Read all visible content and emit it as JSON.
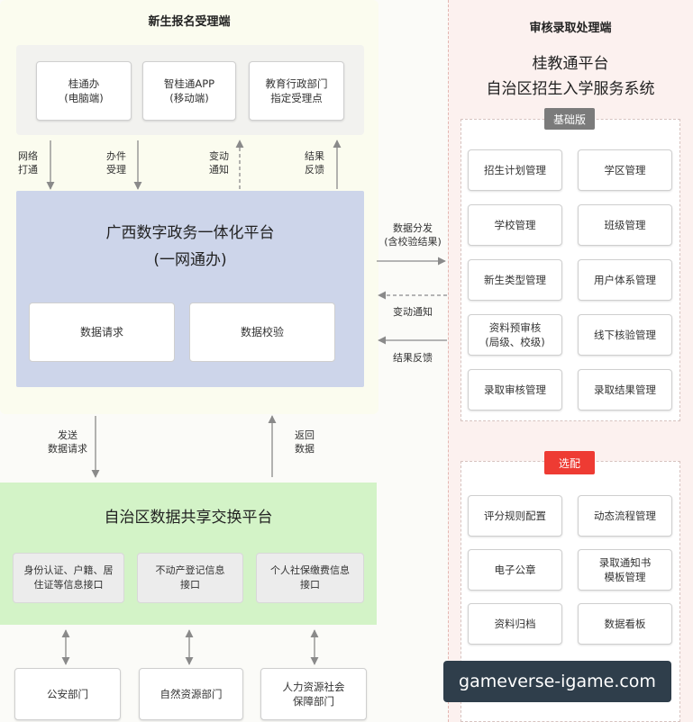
{
  "left": {
    "title": "新生报名受理端",
    "channels": [
      {
        "line1": "桂通办",
        "line2": "(电脑端)"
      },
      {
        "line1": "智桂通APP",
        "line2": "(移动端)"
      },
      {
        "line1": "教育行政部门",
        "line2": "指定受理点"
      }
    ],
    "flows": [
      {
        "line1": "网络",
        "line2": "打通"
      },
      {
        "line1": "办件",
        "line2": "受理"
      },
      {
        "line1": "变动",
        "line2": "通知"
      },
      {
        "line1": "结果",
        "line2": "反馈"
      }
    ],
    "gov_platform": {
      "title": "广西数字政务一体化平台",
      "subtitle": "(一网通办)",
      "items": [
        "数据请求",
        "数据校验"
      ]
    }
  },
  "middle": {
    "send": {
      "line1": "发送",
      "line2": "数据请求"
    },
    "return": {
      "line1": "返回",
      "line2": "数据"
    },
    "distribute": {
      "line1": "数据分发",
      "line2": "(含校验结果)"
    },
    "change_notice": "变动通知",
    "result_feedback": "结果反馈"
  },
  "exchange": {
    "title": "自治区数据共享交换平台",
    "interfaces": [
      {
        "line1": "身份认证、户籍、居",
        "line2": "住证等信息接口"
      },
      {
        "line1": "不动产登记信息",
        "line2": "接口"
      },
      {
        "line1": "个人社保缴费信息",
        "line2": "接口"
      }
    ],
    "departments": [
      {
        "line1": "公安部门",
        "line2": ""
      },
      {
        "line1": "自然资源部门",
        "line2": ""
      },
      {
        "line1": "人力资源社会",
        "line2": "保障部门"
      }
    ]
  },
  "right": {
    "title": "审核录取处理端",
    "system_line1": "桂教通平台",
    "system_line2": "自治区招生入学服务系统",
    "basic_label": "基础版",
    "basic_items": [
      {
        "line1": "招生计划管理",
        "line2": ""
      },
      {
        "line1": "学区管理",
        "line2": ""
      },
      {
        "line1": "学校管理",
        "line2": ""
      },
      {
        "line1": "班级管理",
        "line2": ""
      },
      {
        "line1": "新生类型管理",
        "line2": ""
      },
      {
        "line1": "用户体系管理",
        "line2": ""
      },
      {
        "line1": "资料预审核",
        "line2": "(局级、校级)"
      },
      {
        "line1": "线下核验管理",
        "line2": ""
      },
      {
        "line1": "录取审核管理",
        "line2": ""
      },
      {
        "line1": "录取结果管理",
        "line2": ""
      }
    ],
    "optional_label": "选配",
    "optional_items": [
      {
        "line1": "评分规则配置",
        "line2": ""
      },
      {
        "line1": "动态流程管理",
        "line2": ""
      },
      {
        "line1": "电子公章",
        "line2": ""
      },
      {
        "line1": "录取通知书",
        "line2": "模板管理"
      },
      {
        "line1": "资料归档",
        "line2": ""
      },
      {
        "line1": "数据看板",
        "line2": ""
      }
    ]
  },
  "watermark": "gameverse-igame.com"
}
